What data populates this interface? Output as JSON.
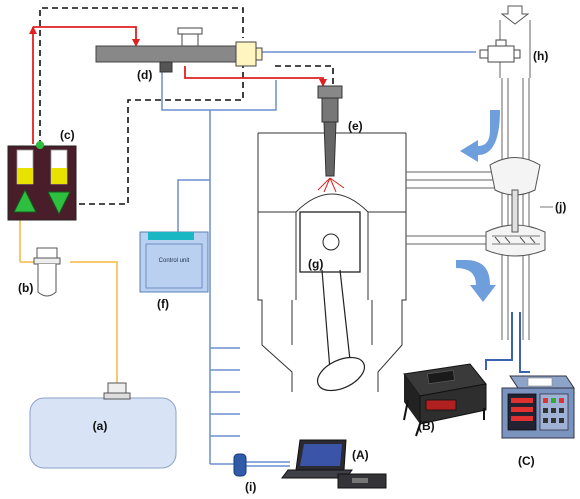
{
  "labels": {
    "a": "(a)",
    "b": "(b)",
    "c": "(c)",
    "d": "(d)",
    "e": "(e)",
    "f": "(f)",
    "g": "(g)",
    "h": "(h)",
    "i": "(i)",
    "j": "(j)",
    "A": "(A)",
    "B": "(B)",
    "C": "(C)"
  },
  "control_unit_text": "Control unit",
  "colors": {
    "high_pressure_fuel": "#e02020",
    "low_pressure_fuel": "#f5c872",
    "signal_line": "#6b8fcf",
    "control_line": "#111111",
    "flow_arrow": "#6e9fdc",
    "tank_fill": "#d8e3f5",
    "pump_body": "#4a1d2b",
    "pump_arrow": "#2fbf3f",
    "pump_cylinder": "#e8e200"
  },
  "icons": {
    "air_intake": "down-arrow-icon",
    "intake_flow": "curved-arrow-icon",
    "exhaust_flow": "curved-arrow-icon"
  }
}
